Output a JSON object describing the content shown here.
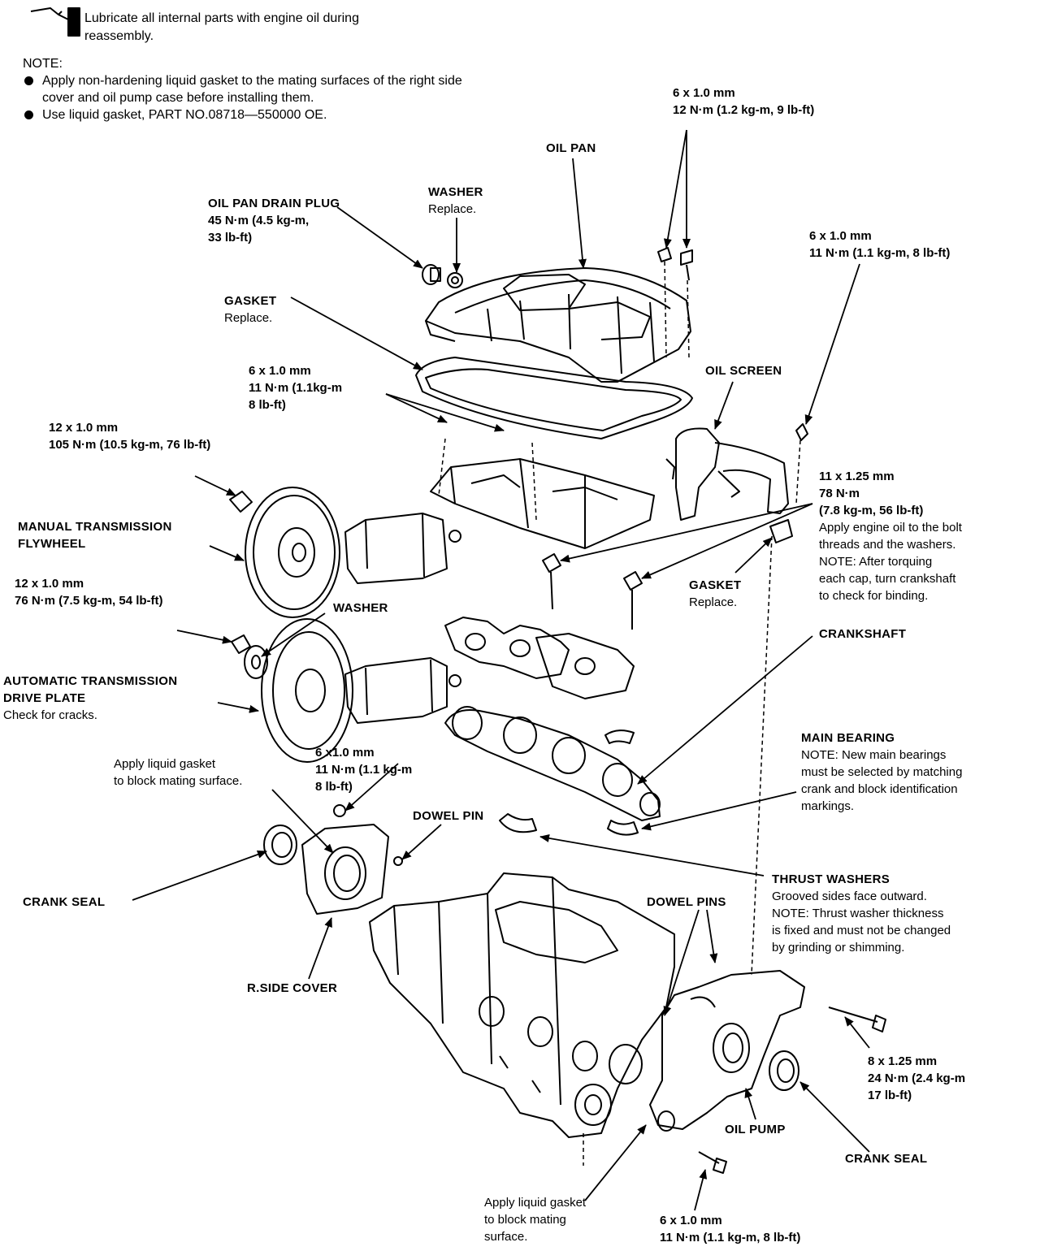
{
  "lubricate_note": "Lubricate all internal parts with engine oil during reassembly.",
  "note": {
    "heading": "NOTE:",
    "items": [
      "Apply non-hardening liquid gasket to the mating surfaces of the right side cover and oil pump case before installing them.",
      "Use liquid gasket, PART NO.08718—550000 OE."
    ]
  },
  "labels": {
    "oil_pan": {
      "title": "OIL PAN"
    },
    "oil_pan_bolt_top": {
      "size": "6 x 1.0 mm",
      "torque": "12 N·m (1.2 kg-m, 9 lb-ft)"
    },
    "drain_plug": {
      "title": "OIL PAN DRAIN PLUG",
      "torque1": "45 N·m (4.5 kg-m,",
      "torque2": "33 lb-ft)"
    },
    "washer_top": {
      "title": "WASHER",
      "sub": "Replace."
    },
    "screen_bolt": {
      "size": "6 x 1.0 mm",
      "torque": "11 N·m (1.1 kg-m, 8 lb-ft)"
    },
    "gasket_pan": {
      "title": "GASKET",
      "sub": "Replace."
    },
    "oil_screen": {
      "title": "OIL SCREEN"
    },
    "pan_bolt_mid": {
      "size": "6 x 1.0 mm",
      "torque1": "11 N·m (1.1kg-m",
      "torque2": "8 lb-ft)"
    },
    "flywheel_bolt": {
      "size": "12 x 1.0 mm",
      "torque": "105 N·m (10.5 kg-m, 76 lb-ft)"
    },
    "main_cap_bolt": {
      "size": "11 x 1.25 mm",
      "torque1": "78 N·m",
      "torque2": "(7.8 kg-m, 56 lb-ft)",
      "note1": "Apply engine oil to the bolt",
      "note2": "threads and the washers.",
      "note3": "NOTE: After torquing",
      "note4": "each cap, turn crankshaft",
      "note5": "to check for binding."
    },
    "manual_flywheel": {
      "title1": "MANUAL TRANSMISSION",
      "title2": "FLYWHEEL"
    },
    "drive_plate_bolt": {
      "size": "12 x 1.0 mm",
      "torque": "76 N·m (7.5 kg-m, 54 lb-ft)"
    },
    "gasket_screen": {
      "title": "GASKET",
      "sub": "Replace."
    },
    "washer_mid": {
      "title": "WASHER"
    },
    "crankshaft": {
      "title": "CRANKSHAFT"
    },
    "auto_drive_plate": {
      "title1": "AUTOMATIC TRANSMISSION",
      "title2": "DRIVE PLATE",
      "sub": "Check for cracks."
    },
    "main_bearing": {
      "title": "MAIN BEARING",
      "note1": "NOTE: New main bearings",
      "note2": "must be selected by matching",
      "note3": "crank and block identification",
      "note4": "markings."
    },
    "side_cover_bolt": {
      "size": "6 x1.0 mm",
      "torque1": "11 N·m (1.1 kg-m",
      "torque2": "8 lb-ft)"
    },
    "liquid_gasket_top": {
      "line1": "Apply liquid gasket",
      "line2": "to block mating surface."
    },
    "dowel_pin": {
      "title": "DOWEL PIN"
    },
    "crank_seal_left": {
      "title": "CRANK SEAL"
    },
    "thrust_washers": {
      "title": "THRUST WASHERS",
      "sub": "Grooved sides face outward.",
      "note1": "NOTE: Thrust washer thickness",
      "note2": "is fixed and must not be changed",
      "note3": "by grinding or shimming."
    },
    "dowel_pins": {
      "title": "DOWEL PINS"
    },
    "r_side_cover": {
      "title": "R.SIDE COVER"
    },
    "pump_bolt": {
      "size": "8 x 1.25 mm",
      "torque1": "24 N·m (2.4 kg-m",
      "torque2": "17 lb-ft)"
    },
    "oil_pump": {
      "title": "OIL PUMP"
    },
    "crank_seal_right": {
      "title": "CRANK SEAL"
    },
    "liquid_gasket_bottom": {
      "line1": "Apply liquid gasket",
      "line2": "to block mating",
      "line3": "surface."
    },
    "pump_bolt_bottom": {
      "size": "6 x 1.0 mm",
      "torque": "11 N·m (1.1 kg-m, 8 lb-ft)"
    }
  }
}
